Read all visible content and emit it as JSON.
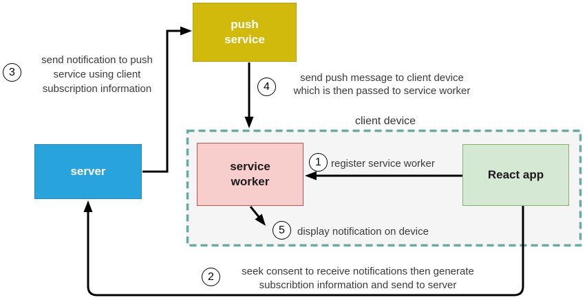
{
  "diagram": {
    "type": "flow-diagram",
    "topic": "push notification flow with React app",
    "nodes": {
      "push_service": {
        "label": "push\nservice",
        "fill": "#d2ba0c",
        "border": "#b5a009",
        "text_color": "#ffffff"
      },
      "server": {
        "label": "server",
        "fill": "#29a3dc",
        "border": "#2187ba",
        "text_color": "#ffffff"
      },
      "service_worker": {
        "label": "service\nworker",
        "fill": "#f8cecc",
        "border": "#b85450",
        "text_color": "#1a1a1a"
      },
      "react_app": {
        "label": "React app",
        "fill": "#d5e8d4",
        "border": "#82b366",
        "text_color": "#1a1a1a"
      }
    },
    "container": {
      "label": "client device",
      "fill": "#f5f5f5",
      "border": "#67ab9f",
      "border_style": "dashed"
    },
    "steps": [
      {
        "number": "1",
        "text": "register service worker",
        "from": "react_app",
        "to": "service_worker"
      },
      {
        "number": "2",
        "text": "seek consent to receive notifications then generate\nsubscribtion information and send to server",
        "from": "react_app",
        "to": "server"
      },
      {
        "number": "3",
        "text": "send notification to push\nservice using client\nsubscription information",
        "from": "server",
        "to": "push_service"
      },
      {
        "number": "4",
        "text": "send push message to client device\nwhich is then passed to service worker",
        "from": "push_service",
        "to": "client_device"
      },
      {
        "number": "5",
        "text": "display notification on device",
        "from": "service_worker",
        "to": "device"
      }
    ],
    "arrow_color": "#000000",
    "annotation_text_color": "#3a3a3a",
    "background": "#ffffff"
  }
}
